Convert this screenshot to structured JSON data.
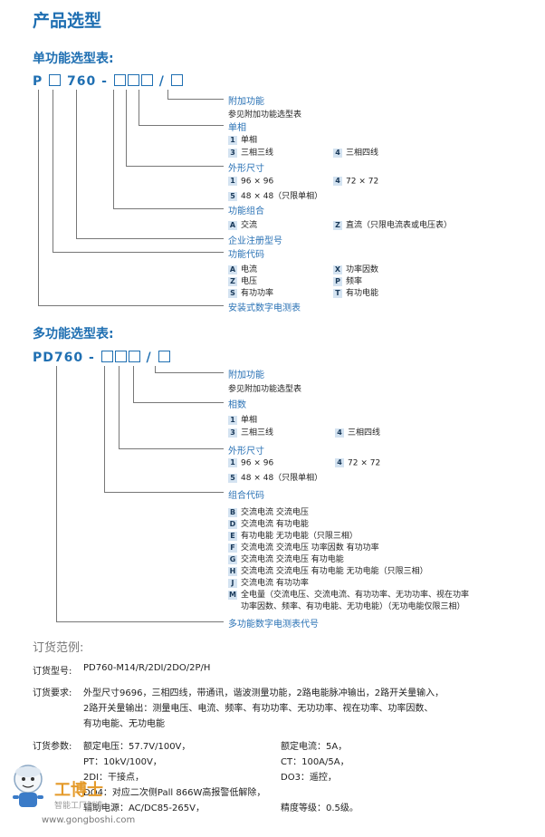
{
  "heading": "产品选型",
  "single": {
    "title": "单功能选型表:",
    "code": {
      "p1": "P",
      "p2": "760",
      "p3": "-",
      "p4": "/"
    },
    "labels": {
      "addon": "附加功能",
      "addon_note": "参见附加功能选型表",
      "phase": "单相",
      "shape": "外形尺寸",
      "combo": "功能组合",
      "reg": "企业注册型号",
      "func": "功能代码",
      "meter": "安装式数字电测表"
    },
    "phase_opts": [
      {
        "c": "1",
        "t": "单相"
      },
      {
        "c": "3",
        "t": "三相三线"
      },
      {
        "c": "4",
        "t": "三相四线"
      }
    ],
    "shape_opts": [
      {
        "c": "1",
        "t": "96 × 96"
      },
      {
        "c": "4",
        "t": "72 × 72"
      },
      {
        "c": "5",
        "t": "48 × 48（只限单相）"
      }
    ],
    "combo_opts": [
      {
        "c": "A",
        "t": "交流"
      },
      {
        "c": "Z",
        "t": "直流（只限电流表或电压表）"
      }
    ],
    "func_opts": [
      {
        "c": "A",
        "t": "电流"
      },
      {
        "c": "X",
        "t": "功率因数"
      },
      {
        "c": "Z",
        "t": "电压"
      },
      {
        "c": "P",
        "t": "频率"
      },
      {
        "c": "S",
        "t": "有功功率"
      },
      {
        "c": "T",
        "t": "有功电能"
      }
    ]
  },
  "multi": {
    "title": "多功能选型表:",
    "code": {
      "p1": "PD760",
      "p3": "-",
      "p4": "/"
    },
    "labels": {
      "addon": "附加功能",
      "addon_note": "参见附加功能选型表",
      "phase": "相数",
      "shape": "外形尺寸",
      "combo": "组合代码",
      "meter": "多功能数字电测表代号"
    },
    "phase_opts": [
      {
        "c": "1",
        "t": "单相"
      },
      {
        "c": "3",
        "t": "三相三线"
      },
      {
        "c": "4",
        "t": "三相四线"
      }
    ],
    "shape_opts": [
      {
        "c": "1",
        "t": "96 × 96"
      },
      {
        "c": "4",
        "t": "72 × 72"
      },
      {
        "c": "5",
        "t": "48 × 48（只限单相）"
      }
    ],
    "combo_opts": [
      {
        "c": "B",
        "t": "交流电流  交流电压"
      },
      {
        "c": "D",
        "t": "交流电流  有功电能"
      },
      {
        "c": "E",
        "t": "有功电能  无功电能（只限三相）"
      },
      {
        "c": "F",
        "t": "交流电流  交流电压  功率因数  有功功率"
      },
      {
        "c": "G",
        "t": "交流电流  交流电压  有功电能"
      },
      {
        "c": "H",
        "t": "交流电流  交流电压  有功电能  无功电能（只限三相）"
      },
      {
        "c": "J",
        "t": "交流电流  有功功率"
      },
      {
        "c": "M",
        "t": "全电量（交流电压、交流电流、有功功率、无功功率、视在功率"
      }
    ],
    "combo_m_line2": "功率因数、频率、有功电能、无功电能）（无功电能仅限三相）"
  },
  "order": {
    "title": "订货范例:",
    "model_label": "订货型号:",
    "model_value": "PD760-M14/R/2DI/2DO/2P/H",
    "req_label": "订货要求:",
    "req_line1": "外型尺寸9696，三相四线，带通讯，谐波测量功能，2路电能脉冲输出，2路开关量输入，",
    "req_line2": "2路开关量输出：测量电压、电流、频率、有功功率、无功功率、视在功率、功率因数、",
    "req_line3": "有功电能、无功电能",
    "param_label": "订货参数:",
    "p_volt": "额定电压：57.7V/100V，",
    "p_curr": "额定电流：5A，",
    "p_pt": "PT：10kV/100V，",
    "p_ct": "CT：100A/5A，",
    "p_di": "2DI：干接点，",
    "p_do": "DO3：遥控，",
    "p_do4": "DO4：对应二次侧Pall 866W高报警低解除，",
    "p_aux": "辅助电源：AC/DC85-265V，",
    "p_acc": "精度等级：0.5级。"
  },
  "logo": {
    "cn": "工博士",
    "sub": "智能工厂制造",
    "url": "www.gongboshi.com"
  }
}
